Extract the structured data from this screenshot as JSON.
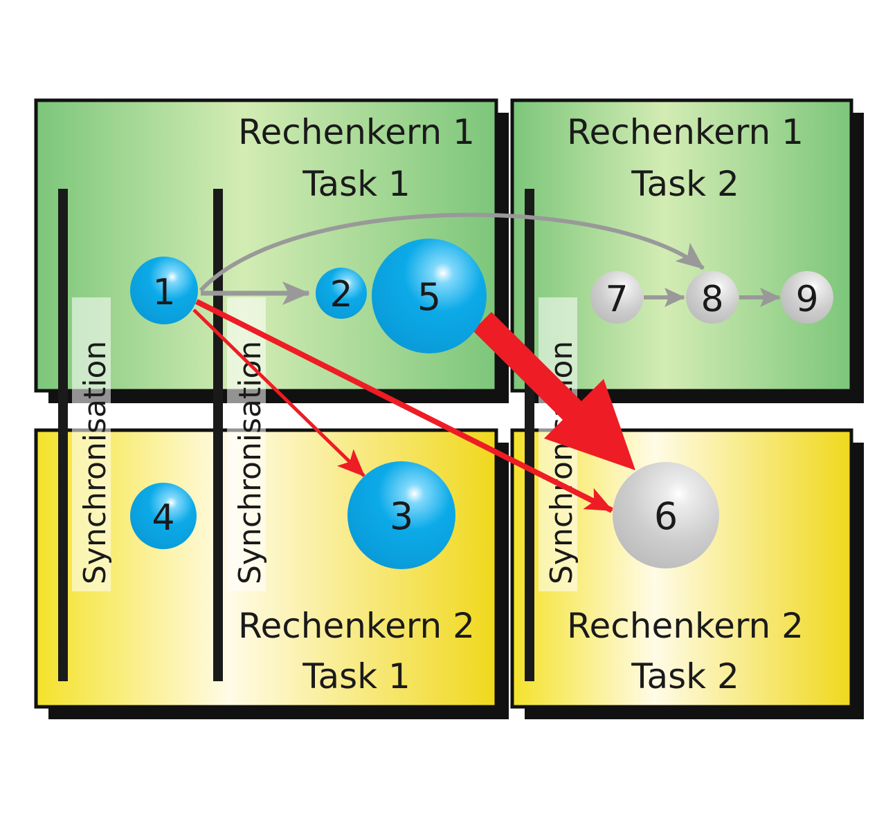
{
  "boxes": {
    "c1t1": {
      "line1": "Rechenkern 1",
      "line2": "Task 1"
    },
    "c1t2": {
      "line1": "Rechenkern 1",
      "line2": "Task 2"
    },
    "c2t1": {
      "line1": "Rechenkern 2",
      "line2": "Task 1"
    },
    "c2t2": {
      "line1": "Rechenkern 2",
      "line2": "Task 2"
    }
  },
  "sync": {
    "label_1": "Synchronisation",
    "label_2": "Synchronisation",
    "label_3": "Synchronisation"
  },
  "nodes": {
    "n1": "1",
    "n2": "2",
    "n3": "3",
    "n4": "4",
    "n5": "5",
    "n6": "6",
    "n7": "7",
    "n8": "8",
    "n9": "9"
  },
  "colors": {
    "green_box": "#8fcf86",
    "yellow_box": "#f2e027",
    "blue_node": "#0aa8e6",
    "gray_node": "#c9c9c9",
    "red_arrow": "#ee1c24",
    "gray_arrow": "#999999",
    "bar": "#1a1a1a"
  }
}
